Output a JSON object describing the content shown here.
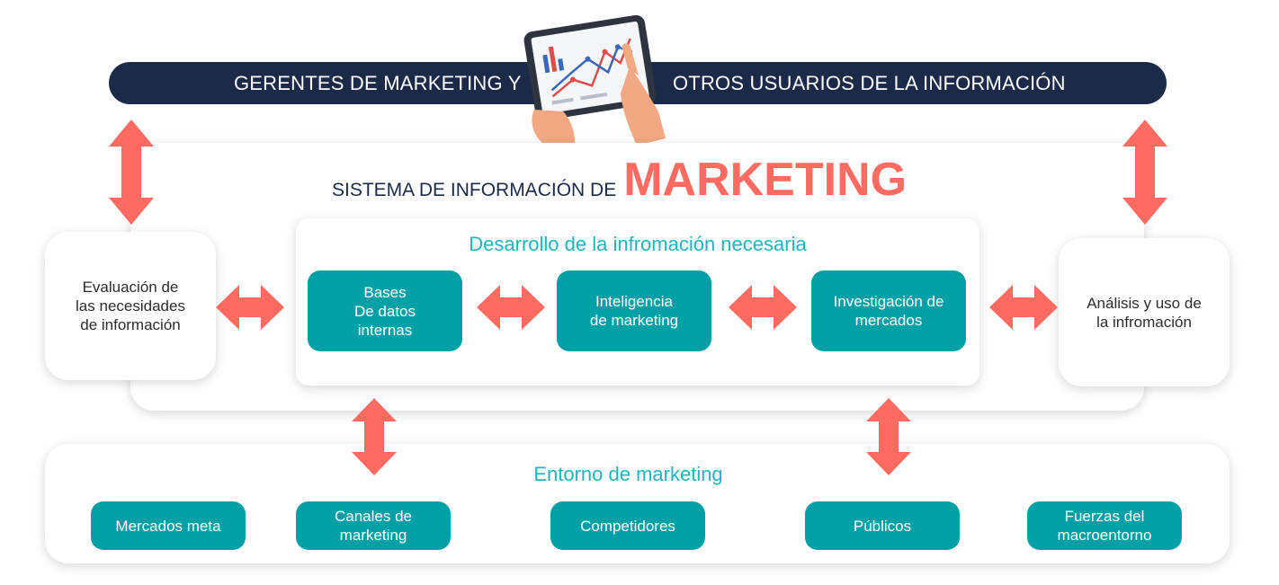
{
  "colors": {
    "navy": "#1c2a49",
    "teal": "#00a0a6",
    "teal_text": "#1bb6be",
    "arrow": "#ff6b61",
    "accent_title": "#ff6b61"
  },
  "header": {
    "left_text": "GERENTES DE MARKETING Y",
    "right_text": "OTROS USUARIOS DE LA INFORMACIÓN",
    "illustration": "tablet-with-charts-icon"
  },
  "system": {
    "title_prefix": "SISTEMA DE INFORMACIÓN DE",
    "title_accent": "MARKETING"
  },
  "left_box": {
    "text": "Evaluación de\nlas necesidades\nde información"
  },
  "right_box": {
    "text": "Análisis y uso de\nla infromación"
  },
  "development": {
    "title": "Desarrollo de la infromación necesaria",
    "items": [
      {
        "label": "Bases\nDe datos\ninternas"
      },
      {
        "label": "Inteligencia\nde marketing"
      },
      {
        "label": "Investigación de\nmercados"
      }
    ]
  },
  "environment": {
    "title": "Entorno de marketing",
    "items": [
      {
        "label": "Mercados meta"
      },
      {
        "label": "Canales de\nmarketing"
      },
      {
        "label": "Competidores"
      },
      {
        "label": "Públicos"
      },
      {
        "label": "Fuerzas del\nmacroentorno"
      }
    ]
  },
  "arrow_icon": "double-arrow-icon"
}
